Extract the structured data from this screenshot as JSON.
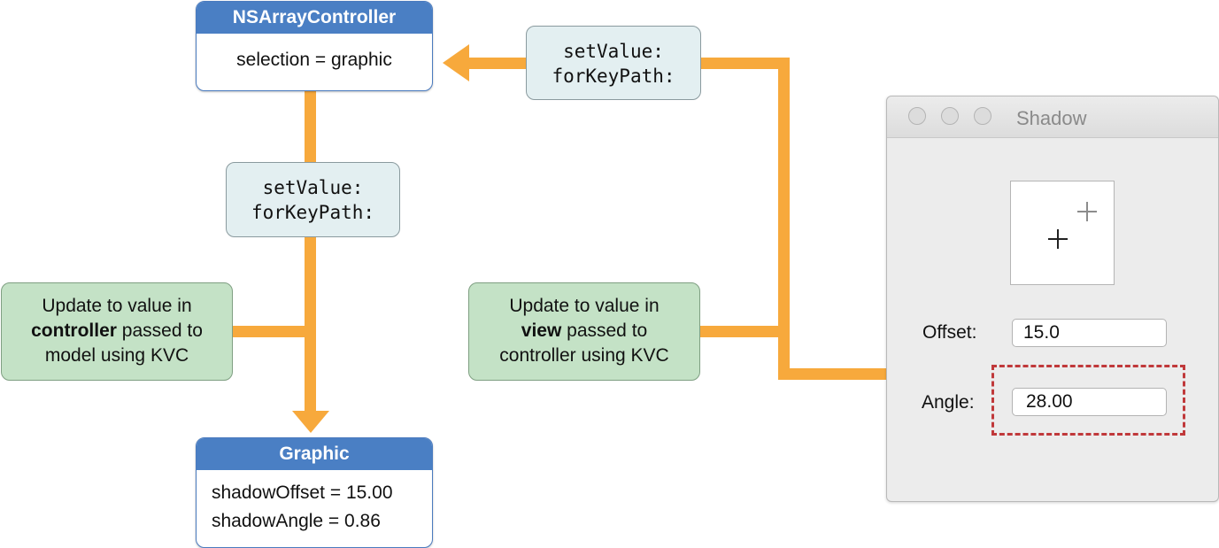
{
  "controller": {
    "title": "NSArrayController",
    "lines": [
      "selection = graphic"
    ]
  },
  "model": {
    "title": "Graphic",
    "lines": [
      "shadowOffset = 15.00",
      "shadowAngle = 0.86"
    ]
  },
  "message_top": {
    "lines": [
      "setValue:",
      "forKeyPath:"
    ]
  },
  "message_left": {
    "lines": [
      "setValue:",
      "forKeyPath:"
    ]
  },
  "note_left": {
    "line1": "Update to value in",
    "line2_bold": "controller",
    "line2_rest": " passed to",
    "line3": "model using KVC"
  },
  "note_right": {
    "line1": "Update to value in",
    "line2_bold": "view",
    "line2_rest": " passed to",
    "line3": "controller using KVC"
  },
  "window": {
    "title": "Shadow",
    "offset_label": "Offset:",
    "offset_value": "15.0",
    "angle_label": "Angle:",
    "angle_value": "28.00"
  },
  "colors": {
    "connector": "#f7a93c",
    "object_header": "#4a7fc4",
    "message_fill": "#e3eff1",
    "note_fill": "#c4e2c6",
    "focus_outline": "#c0393b"
  }
}
